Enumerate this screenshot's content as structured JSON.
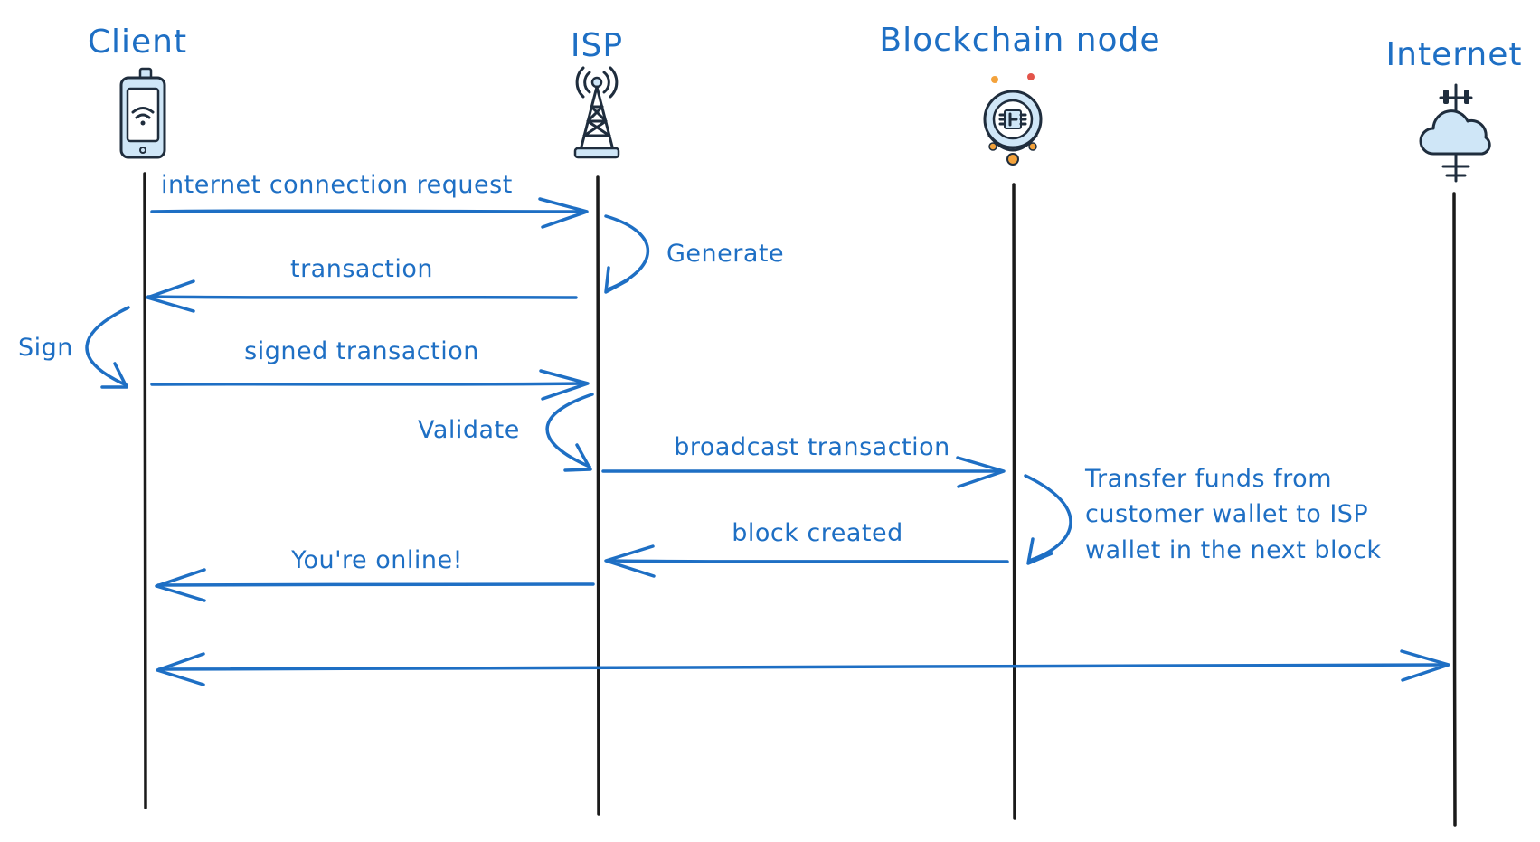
{
  "actors": {
    "client": "Client",
    "isp": "ISP",
    "blockchain": "Blockchain node",
    "internet": "Internet"
  },
  "icons": {
    "client": "mobile-phone-wifi-icon",
    "isp": "radio-tower-icon",
    "blockchain": "blockchain-chip-icon",
    "internet": "cloud-network-icon"
  },
  "messages": {
    "connection_request": "internet connection request",
    "transaction": "transaction",
    "signed_transaction": "signed transaction",
    "broadcast_transaction": "broadcast transaction",
    "block_created": "block created",
    "youre_online": "You're online!"
  },
  "self_steps": {
    "generate": "Generate",
    "sign": "Sign",
    "validate": "Validate"
  },
  "notes": {
    "transfer_line1": "Transfer funds from",
    "transfer_line2": "customer wallet to ISP",
    "transfer_line3": "wallet in the next block"
  },
  "colors": {
    "accent": "#1e6fc4",
    "lifeline": "#1a1a1a",
    "icon_fill": "#cfe6f7",
    "icon_stroke": "#1f2d3d"
  }
}
